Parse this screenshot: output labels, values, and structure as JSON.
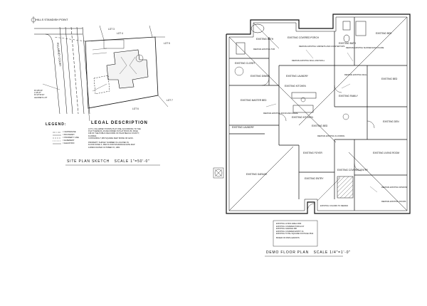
{
  "site_plan": {
    "title": "SITE PLAN SKETCH",
    "scale": "SCALE 1\"=50'-0\"",
    "street_top": "HILLS STANDISH POINT",
    "street_side": "KILLARNEY COURT",
    "lot_labels": [
      "LOT 4",
      "LOT 5",
      "LOT 6",
      "LOT 7",
      "LOT 3"
    ],
    "side_note": [
      "R=135.00'",
      "L=29.47'",
      "D=12°30'24\"",
      "LEANNE'S LOT"
    ],
    "legend_title": "LEGEND:",
    "legend_items": [
      "= CENTERLINE",
      "= BOUNDARY",
      "= PROPERTY LINE",
      "= EASEMENT",
      "= ELEVATION"
    ],
    "legal_title": "LEGAL DESCRIPTION",
    "legal_text": [
      "LOT 4, KILLARNEY POINTE PLAT ONE, ACCORDING TO THE",
      "PLAT THEREOF, AS RECORDED IN PLAT BOOK 80, PAGE",
      "198 OF THE PUBLIC RECORDS OF PALM BEACH COUNTY,",
      "FLORIDA.",
      "CONTAINING 7,980 SQUARE FEET MORE OR LESS.",
      "",
      "PROPERTY SURVEY NUMBER IS LOCATED IN",
      "FLOOD ZONE X, PER FLOOD INSURANCE RATE MAP",
      "12099C0 DATED OCTOBER 15, 1982"
    ]
  },
  "floor_plan": {
    "title": "DEMO FLOOR PLAN",
    "scale": "SCALE 1/4\"=1'-0\"",
    "rooms": [
      "EXISTING BATH",
      "EXISTING COVERED PORCH",
      "EXISTING BATH",
      "EXISTING BED",
      "EXISTING CLOSET",
      "EXISTING DINING",
      "EXISTING LAUNDRY",
      "EXISTING KITCHEN",
      "EXISTING MASTER BED",
      "EXISTING FAMILY",
      "EXISTING BED",
      "EXISTING KITCHEN",
      "EXISTING LAUNDRY",
      "EXISTING DEN",
      "EXISTING LIVING ROOM",
      "EXISTING GARAGE",
      "EXISTING COVERED ENTRY",
      "EXISTING FOYER",
      "EXISTING BED",
      "EXISTING ENTRY"
    ],
    "area_summary": [
      "EXISTING LIVING AREA 2934",
      "EXISTING COVERED PORCH 97",
      "EXISTING GARAGE 480",
      "EXISTING COVERED ENTRY 31",
      "EXISTING TOTAL SQUARE FOOTAGE 3542"
    ],
    "area_note": "BASED ON PAPA LEMON'S",
    "notes": [
      "REMOVE EXISTING CABINETS AND COUNTERTOPS",
      "REMOVE EXISTING SHOWER ENCLOSURE",
      "REMOVE EXISTING WALL",
      "REMOVE EXISTING DOOR AND FRAME",
      "REMOVE EXISTING WINDOW",
      "REMOVE EXISTING FLOORING",
      "REMOVE EXISTING TUB",
      "REMOVE EXISTING WALL AND INFILL",
      "EXISTING COLUMN TO REMAIN",
      "REMOVE EXISTING DOORS"
    ]
  }
}
